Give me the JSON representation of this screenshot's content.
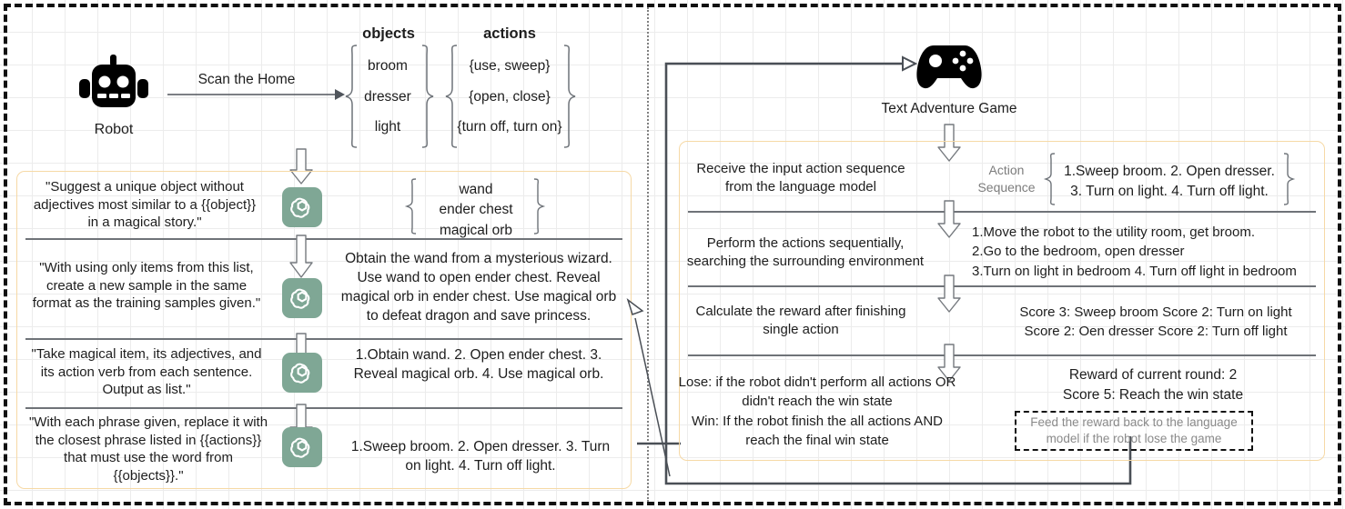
{
  "meta": {
    "accent_panel_border": "#f6d9a6",
    "gpt_tile_color": "#7fa795",
    "separator_color": "#6f7378",
    "grey_text": "#7c7c7c",
    "frame_color": "#111111"
  },
  "left_panel": {
    "robot_label": "Robot",
    "scan_arrow_label": "Scan the Home",
    "objects_header": "objects",
    "actions_header": "actions",
    "objects_items": [
      "broom",
      "dresser",
      "light"
    ],
    "actions_items": [
      "{use, sweep}",
      "{open, close}",
      "{turn off, turn on}"
    ],
    "rows": [
      {
        "prompt": "\"Suggest a unique object without adjectives most similar to a {{object}} in a magical story.\"",
        "output": "wand\nender chest\nmagical orb",
        "output_braced": true
      },
      {
        "prompt": "\"With using only items from this list, create a new sample in the same format as the training samples given.\"",
        "output": "Obtain the wand from a mysterious wizard. Use wand to open ender chest. Reveal magical orb in ender chest. Use magical orb to defeat dragon and save princess.",
        "output_braced": false
      },
      {
        "prompt": "\"Take magical item, its adjectives, and its action verb from each sentence. Output as list.\"",
        "output": "1.Obtain wand. 2. Open ender chest. 3. Reveal magical orb. 4. Use magical orb.",
        "output_braced": false
      },
      {
        "prompt": "\"With each phrase given, replace it with the closest phrase listed in {{actions}} that must use the word from {{objects}}.\"",
        "output": "1.Sweep broom. 2. Open dresser. 3. Turn on light. 4. Turn off light.",
        "output_braced": false
      }
    ]
  },
  "right_panel": {
    "game_label": "Text Adventure Game",
    "action_sequence_label": "Action\nSequence",
    "rows": [
      {
        "description": "Receive the input action sequence from the language model",
        "output": "1.Sweep broom. 2. Open dresser.\n3. Turn on light. 4. Turn off light."
      },
      {
        "description": "Perform the actions sequentially, searching the surrounding environment",
        "output": "1.Move the robot to the utility room, get broom.\n2.Go to the bedroom, open dresser\n3.Turn on light in bedroom 4. Turn off light in bedroom"
      },
      {
        "description": "Calculate the reward after finishing single action",
        "output": "Score 3: Sweep broom  Score 2: Turn on light\nScore 2: Oen dresser  Score 2: Turn off light"
      },
      {
        "description": "Lose: if the robot didn't perform all actions OR didn't reach the win state\nWin: If the robot finish the all actions AND reach the final win state",
        "output": "Reward of current round: 2\nScore 5: Reach the win state"
      }
    ],
    "feedback_note": "Feed the reward back to the language model if the robot lose the game"
  }
}
